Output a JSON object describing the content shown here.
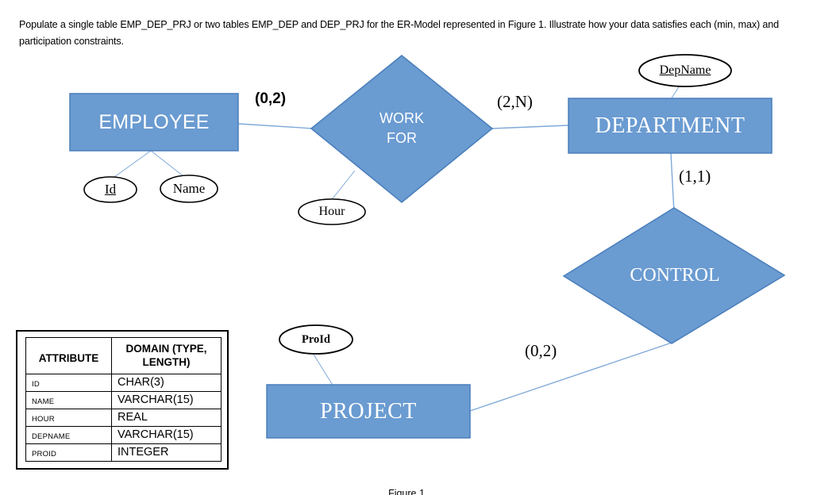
{
  "prompt": {
    "text": "Populate a single table EMP_DEP_PRJ or two tables EMP_DEP and DEP_PRJ  for the ER-Model represented in Figure 1. Illustrate how your data satisfies each (min, max) and participation constraints."
  },
  "figure": {
    "caption": "Figure 1"
  },
  "colors": {
    "shape_fill": "#6a9bd1",
    "shape_stroke": "#4a7ebb",
    "connector": "#7fa9d8",
    "ellipse_stroke": "#000000",
    "text_on_shape": "#ffffff",
    "table_border": "#000000",
    "page_background": "#ffffff"
  },
  "er_model": {
    "entities": [
      {
        "id": "employee",
        "label": "EMPLOYEE",
        "shape": "rectangle"
      },
      {
        "id": "department",
        "label": "DEPARTMENT",
        "shape": "rectangle"
      },
      {
        "id": "project",
        "label": "PROJECT",
        "shape": "rectangle"
      }
    ],
    "relationships": [
      {
        "id": "work-for",
        "label_line1": "WORK",
        "label_line2": "FOR",
        "shape": "diamond"
      },
      {
        "id": "control",
        "label_line1": "CONTROL",
        "label_line2": "",
        "shape": "diamond"
      }
    ],
    "attributes": [
      {
        "id": "id",
        "label": "Id",
        "owner": "employee",
        "key": true
      },
      {
        "id": "name",
        "label": "Name",
        "owner": "employee",
        "key": false
      },
      {
        "id": "hour",
        "label": "Hour",
        "owner": "work-for",
        "key": false
      },
      {
        "id": "depname",
        "label": "DepName",
        "owner": "department",
        "key": true
      },
      {
        "id": "proid",
        "label": "ProId",
        "owner": "project",
        "key": false
      }
    ],
    "cardinalities": [
      {
        "id": "employee-workfor",
        "label": "(0,2)",
        "between": "EMPLOYEE - WORK FOR"
      },
      {
        "id": "workfor-department",
        "label": "(2,N)",
        "between": "WORK FOR - DEPARTMENT"
      },
      {
        "id": "department-control",
        "label": "(1,1)",
        "between": "DEPARTMENT - CONTROL"
      },
      {
        "id": "control-project",
        "label": "(0,2)",
        "between": "CONTROL - PROJECT"
      }
    ]
  },
  "domain_table": {
    "headers": {
      "attribute": "ATTRIBUTE",
      "domain_line1": "DOMAIN (TYPE,",
      "domain_line2": "LENGTH)"
    },
    "rows": [
      {
        "attribute": "ID",
        "domain": "CHAR(3)"
      },
      {
        "attribute": "NAME",
        "domain": "VARCHAR(15)"
      },
      {
        "attribute": "HOUR",
        "domain": "REAL"
      },
      {
        "attribute": "DEPNAME",
        "domain": "VARCHAR(15)"
      },
      {
        "attribute": "PROID",
        "domain": "INTEGER"
      }
    ]
  }
}
